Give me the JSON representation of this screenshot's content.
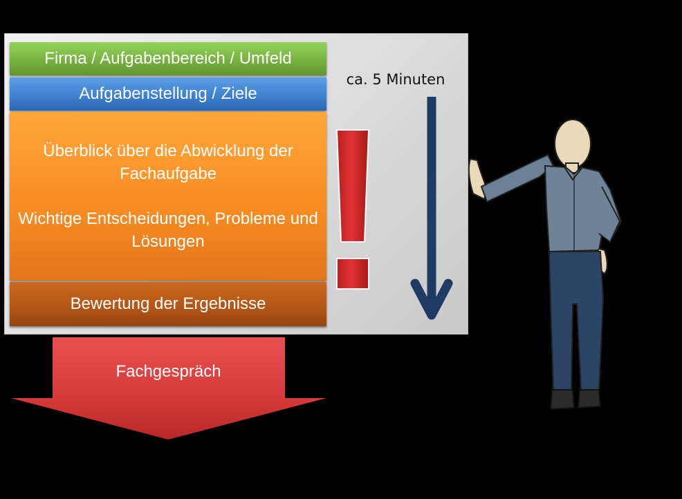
{
  "diagram": {
    "sections": [
      {
        "label": "Firma / Aufgabenbereich / Umfeld",
        "color": "#76b240"
      },
      {
        "label": "Aufgabenstellung / Ziele",
        "color": "#3f82cf"
      },
      {
        "lines": [
          "Überblick über die Abwicklung der Fachaufgabe",
          "Wichtige Entscheidungen, Probleme und Lösungen"
        ],
        "color": "#f68b22"
      },
      {
        "label": "Bewertung der  Ergebnisse",
        "color": "#b35717"
      }
    ],
    "time_label": "ca. 5 Minuten",
    "bottom_arrow_label": "Fachgespräch",
    "colors": {
      "time_arrow": "#1f3b63",
      "exclamation": "#d42a2a",
      "bottom_arrow": "#d63a3a",
      "board": "#dcdcdc"
    },
    "icons": [
      "down-arrow-icon",
      "exclamation-icon",
      "presenter-person-icon"
    ]
  }
}
